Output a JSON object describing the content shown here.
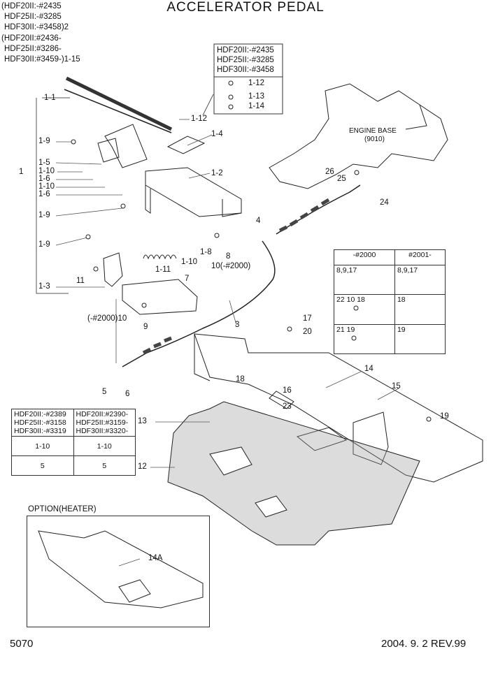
{
  "header": {
    "title": "ACCELERATOR PEDAL",
    "model_lines": [
      "(HDF20II:-#2435",
      "HDF25II:-#3285",
      "HDF30II:-#3458)2",
      "(HDF20II:#2436-",
      "HDF25II:#3286-",
      "HDF30II:#3459-)1-15"
    ]
  },
  "serial_box_top": {
    "lines": [
      "HDF20II:-#2435",
      "HDF25II:-#3285",
      "HDF30II:-#3458"
    ],
    "items": [
      "1-12",
      "1-13",
      "1-14"
    ]
  },
  "engine_base": {
    "line1": "ENGINE BASE",
    "line2": "(9010)"
  },
  "callouts": {
    "c1_1": "1-1",
    "c1_9a": "1-9",
    "c1_5": "1-5",
    "c1_10a": "1-10",
    "c1_6a": "1-6",
    "c1_10b": "1-10",
    "c1_6b": "1-6",
    "c1_9b": "1-9",
    "c1_9c": "1-9",
    "c1_3": "1-3",
    "c1": "1",
    "c1_12": "1-12",
    "c1_4": "1-4",
    "c1_2": "1-2",
    "c4": "4",
    "c1_8": "1-8",
    "c1_10c": "1-10",
    "c1_11": "1-11",
    "c11": "11",
    "c8": "8",
    "c10_2000": "10(-#2000)",
    "c7": "7",
    "c2000_10": "(-#2000)10",
    "c9": "9",
    "c3": "3",
    "c17": "17",
    "c20": "20",
    "c14": "14",
    "c15": "15",
    "c18": "18",
    "c16": "16",
    "c23": "23",
    "c5": "5",
    "c6": "6",
    "c13": "13",
    "c12": "12",
    "c19": "19",
    "c26": "26",
    "c25": "25",
    "c24": "24",
    "c14a": "14A"
  },
  "variant_table": {
    "col1": "-#2000",
    "col2": "#2001-",
    "r1a": "8,9,17",
    "r1b": "8,9,17",
    "r2a_22": "22",
    "r2a_10": "10",
    "r2a_18": "18",
    "r2b": "18",
    "r3a_21": "21",
    "r3a_19": "19",
    "r3b": "19"
  },
  "serial_table_bottom": {
    "left": [
      "HDF20II:-#2389",
      "HDF25II:-#3158",
      "HDF30II:-#3319"
    ],
    "right": [
      "HDF20II:#2390-",
      "HDF25II:#3159-",
      "HDF30II:#3320-"
    ],
    "r1l": "1-10",
    "r1r": "1-10",
    "r2l": "5",
    "r2r": "5"
  },
  "option": {
    "label": "OPTION(HEATER)"
  },
  "footer": {
    "page": "5070",
    "revision": "2004. 9. 2 REV.99"
  },
  "colors": {
    "line": "#222222",
    "pad_fill": "#9a9a9a",
    "leader": "#555555"
  }
}
